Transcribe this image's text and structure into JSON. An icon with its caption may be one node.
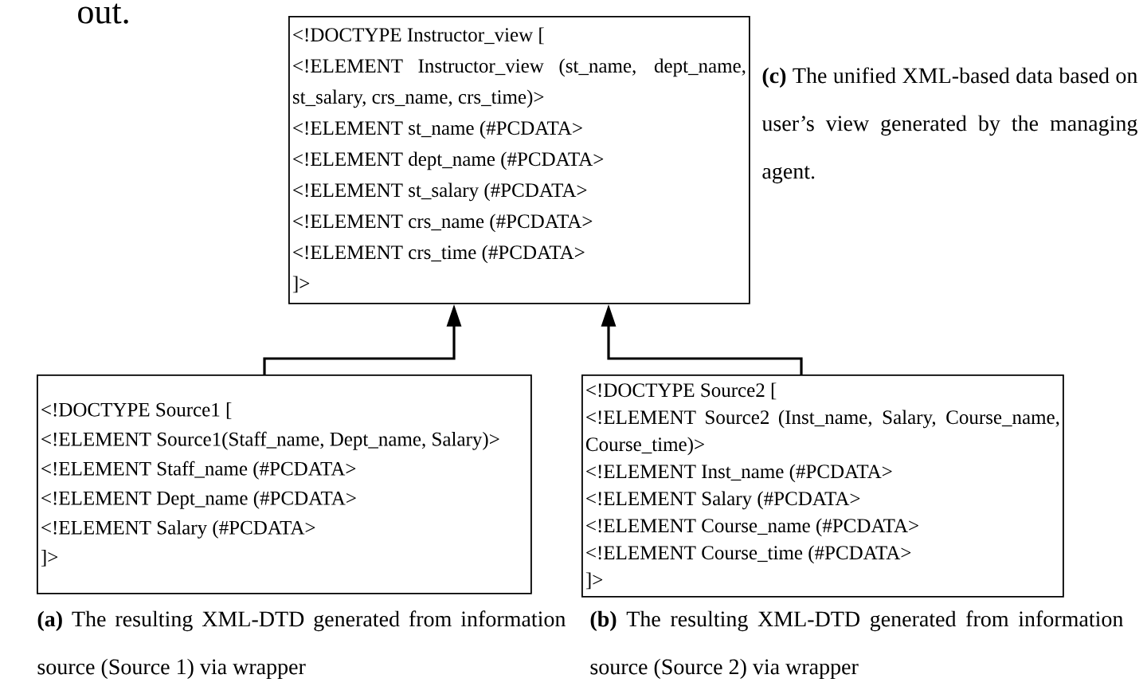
{
  "diagram": {
    "nodes": [
      {
        "text": [
          "<!DOCTYPE Instructor_view [",
          "<!ELEMENT Instructor_view (st_name, dept_name, st_salary, crs_name, crs_time)>",
          "<!ELEMENT st_name (#PCDATA>",
          "<!ELEMENT dept_name (#PCDATA>",
          "<!ELEMENT st_salary (#PCDATA>",
          "<!ELEMENT crs_name (#PCDATA>",
          "<!ELEMENT crs_time (#PCDATA>",
          "]>"
        ],
        "beside": [
          "**(c)** The unified XML-based data based on user’s view generated by the managing agent."
        ]
      },
      {
        "text": [
          "<!DOCTYPE Source1 [",
          "<!ELEMENT Source1(Staff_name, Dept_name, Salary)>",
          "<!ELEMENT Staff_name (#PCDATA>",
          "<!ELEMENT Dept_name (#PCDATA>",
          "<!ELEMENT Salary (#PCDATA>",
          "]>"
        ],
        "beside": [
          "**(a)** The resulting XML-DTD generated from information source (Source 1) via wrapper"
        ]
      },
      {
        "text": [
          "<!DOCTYPE Source2 [",
          "<!ELEMENT Source2 (Inst_name, Salary, Course_name, Course_time)>",
          "<!ELEMENT Inst_name (#PCDATA>",
          "<!ELEMENT Salary (#PCDATA>",
          "<!ELEMENT Course_name (#PCDATA>",
          "<!ELEMENT Course_time (#PCDATA>",
          "]>"
        ],
        "beside": [
          "**(b)** The resulting XML-DTD generated from information source (Source 2) via wrapper"
        ]
      }
    ],
    "edges": [
      {
        "from": 1,
        "to": 0,
        "arrow": "to"
      },
      {
        "from": 2,
        "to": 0,
        "arrow": "to"
      }
    ],
    "labels": [
      "out."
    ]
  }
}
